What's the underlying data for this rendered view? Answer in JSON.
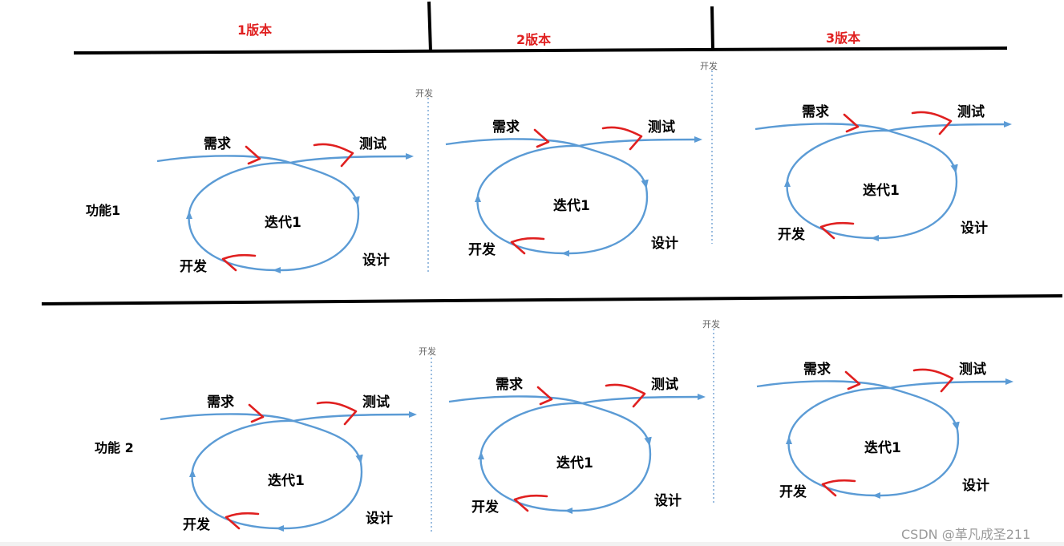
{
  "versions": [
    "1版本",
    "2版本",
    "3版本"
  ],
  "features": [
    "功能1",
    "功能 2"
  ],
  "stages": {
    "requirement": "需求",
    "test": "测试",
    "design": "设计",
    "develop": "开发"
  },
  "iteration_label": "迭代1",
  "divider_label": "开发",
  "watermark": "CSDN @革凡成圣211",
  "colors": {
    "loop": "#5b9bd5",
    "marker": "#e02020",
    "line": "#000000",
    "version_text": "#e02020"
  }
}
